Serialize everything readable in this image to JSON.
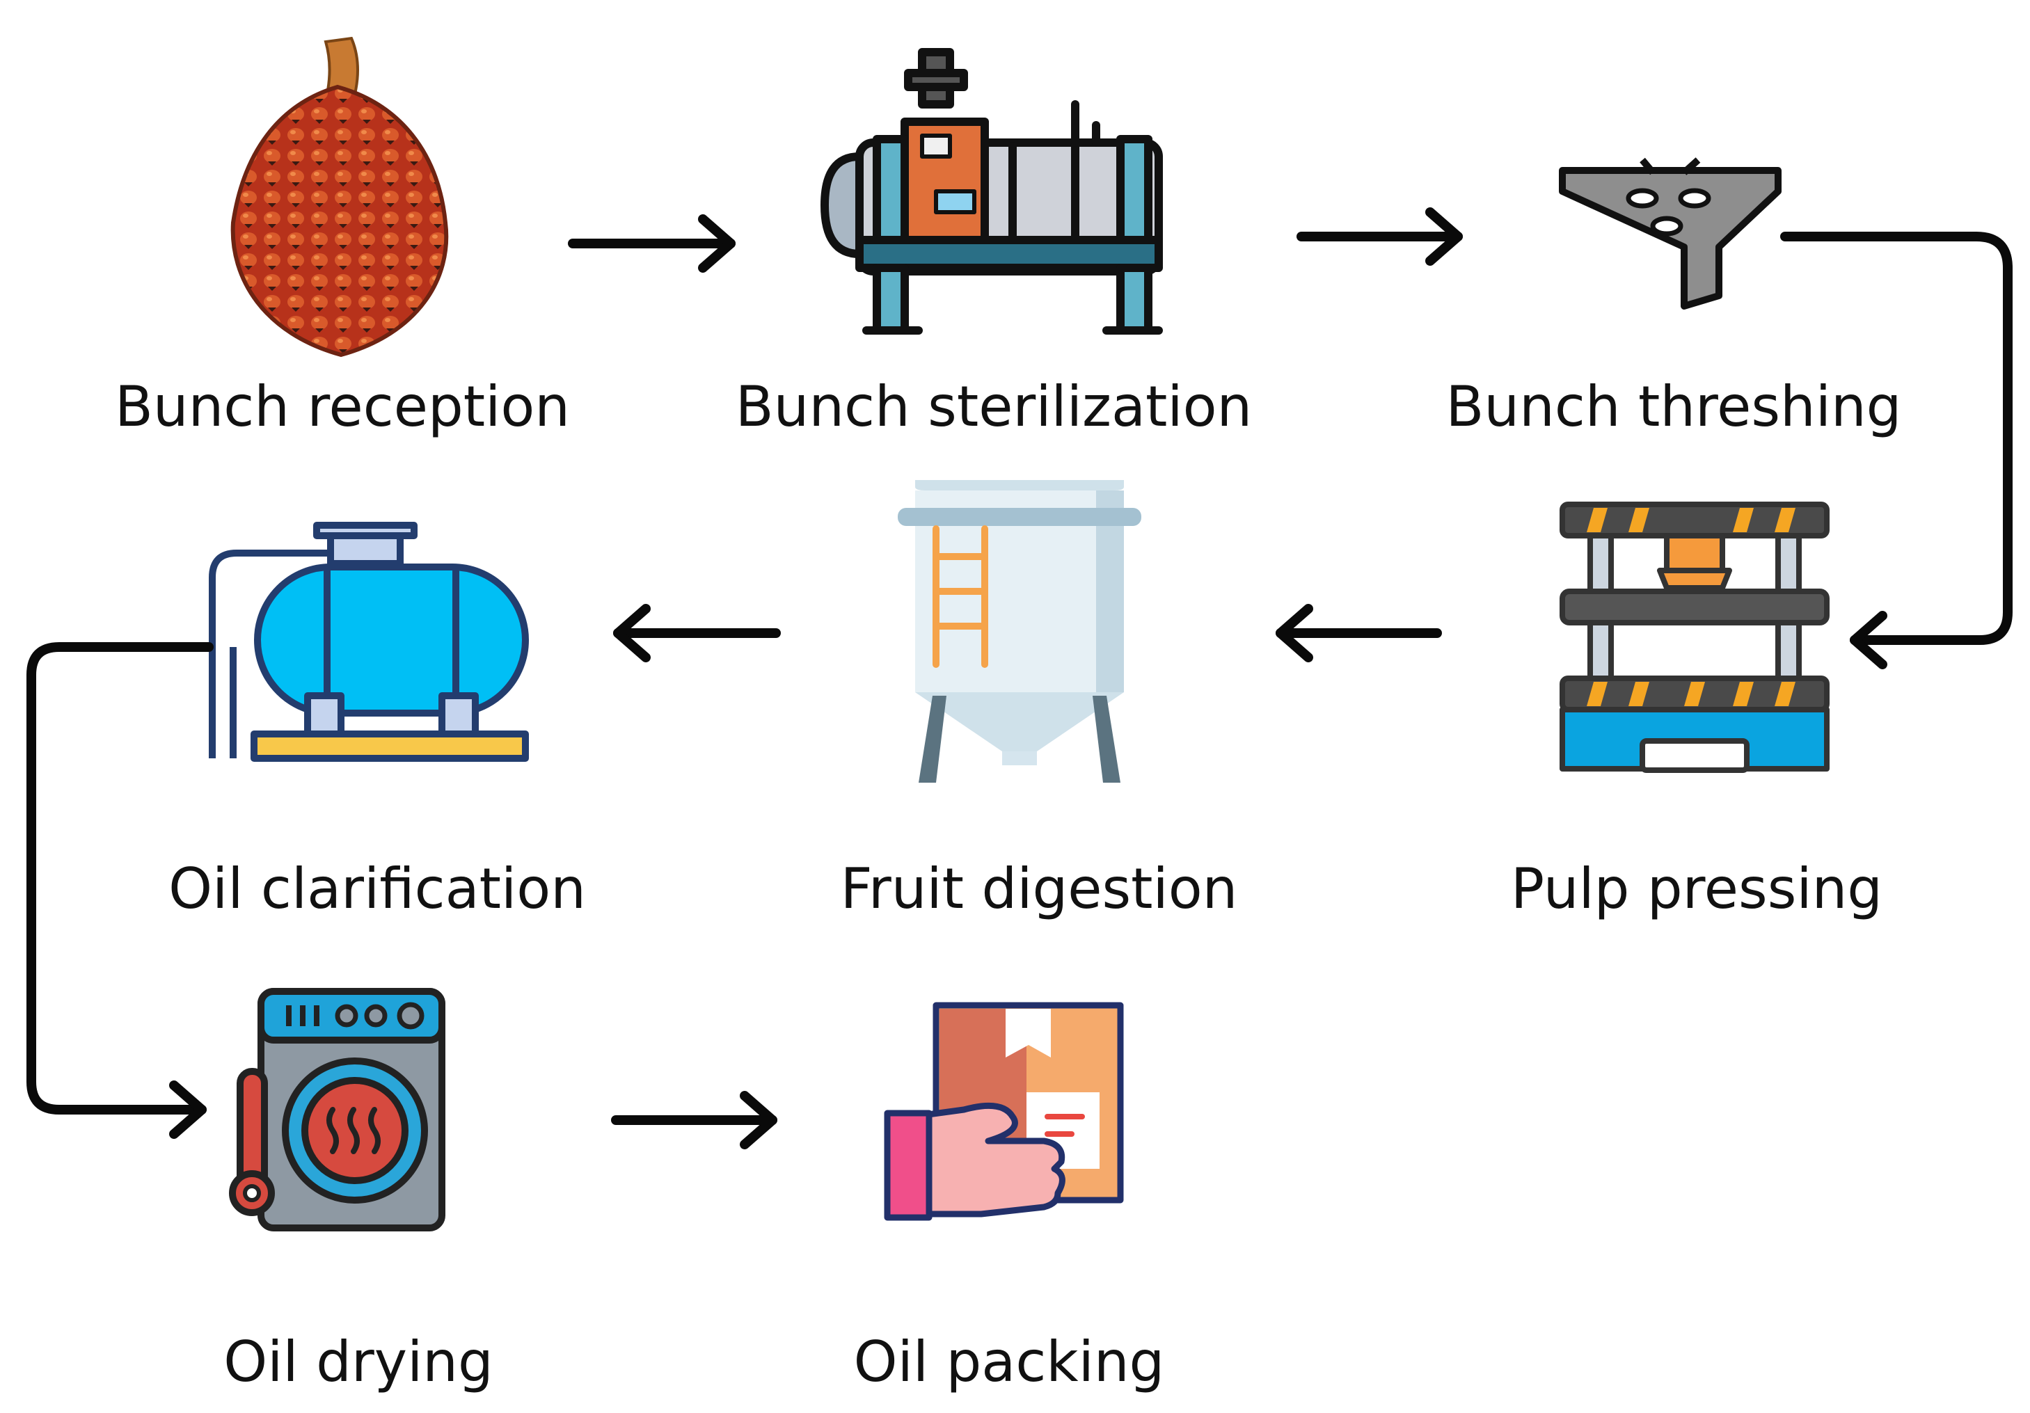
{
  "steps": [
    {
      "label": "Bunch reception",
      "icon": "palm-fruit-bunch-icon"
    },
    {
      "label": "Bunch sterilization",
      "icon": "sterilizer-tank-icon"
    },
    {
      "label": "Bunch threshing",
      "icon": "thresher-hopper-icon"
    },
    {
      "label": "Pulp pressing",
      "icon": "hydraulic-press-icon"
    },
    {
      "label": "Fruit digestion",
      "icon": "digester-silo-icon"
    },
    {
      "label": "Oil clarification",
      "icon": "clarification-tank-icon"
    },
    {
      "label": "Oil drying",
      "icon": "dryer-machine-icon"
    },
    {
      "label": "Oil packing",
      "icon": "package-hand-icon"
    }
  ],
  "colors": {
    "arrow": "#0a0a0a",
    "outline": "#1f2f5a",
    "fruit": "#c2401f",
    "tank_blue": "#0abcf2",
    "orange": "#f59a3c",
    "gray": "#8e8e8e"
  }
}
